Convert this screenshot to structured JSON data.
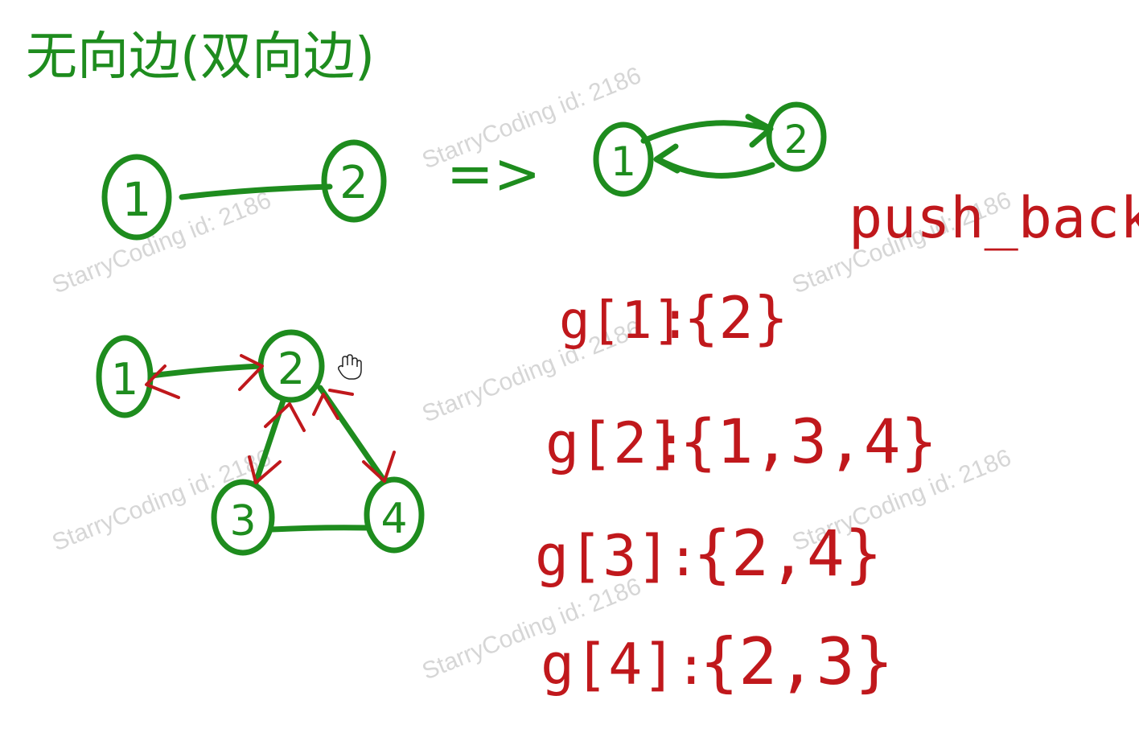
{
  "title": "无向边(双向边)",
  "arrow_symbol": "=>",
  "method_label": "push_back",
  "watermark_text": "StarryCoding id: 2186",
  "simple_graph": {
    "left": {
      "nodes": [
        "1",
        "2"
      ]
    },
    "right": {
      "nodes": [
        "1",
        "2"
      ]
    }
  },
  "example_graph": {
    "nodes": [
      "1",
      "2",
      "3",
      "4"
    ]
  },
  "adjacency": [
    {
      "label": "g[1]",
      "list": "{2}"
    },
    {
      "label": "g[2]",
      "list": "{1,3,4}"
    },
    {
      "label": "g[3]",
      "list": "{2,4}"
    },
    {
      "label": "g[4]",
      "list": "{2,3}"
    }
  ],
  "colors": {
    "green": "#1e8c1e",
    "red": "#c0181c"
  }
}
